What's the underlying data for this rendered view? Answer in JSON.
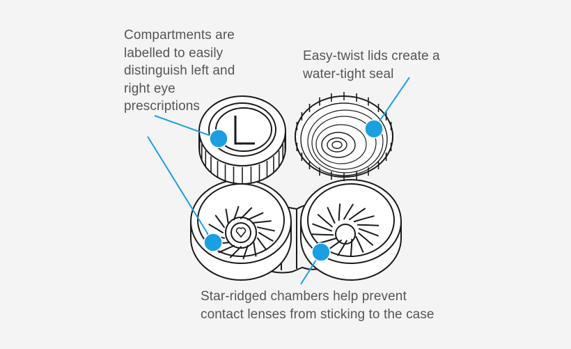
{
  "colors": {
    "background": "#f4f4f4",
    "ink": "#1a1a1a",
    "text": "#555555",
    "marker": "#1b9fe0"
  },
  "left_lid_letter": "L",
  "callouts": {
    "compartments": [
      "Compartments are",
      "labelled to easily",
      "distinguish left and",
      "right eye",
      "prescriptions"
    ],
    "lids": [
      "Easy-twist lids create a",
      "water-tight seal"
    ],
    "chambers": [
      "Star-ridged chambers help prevent",
      "contact lenses from sticking to the case"
    ]
  }
}
